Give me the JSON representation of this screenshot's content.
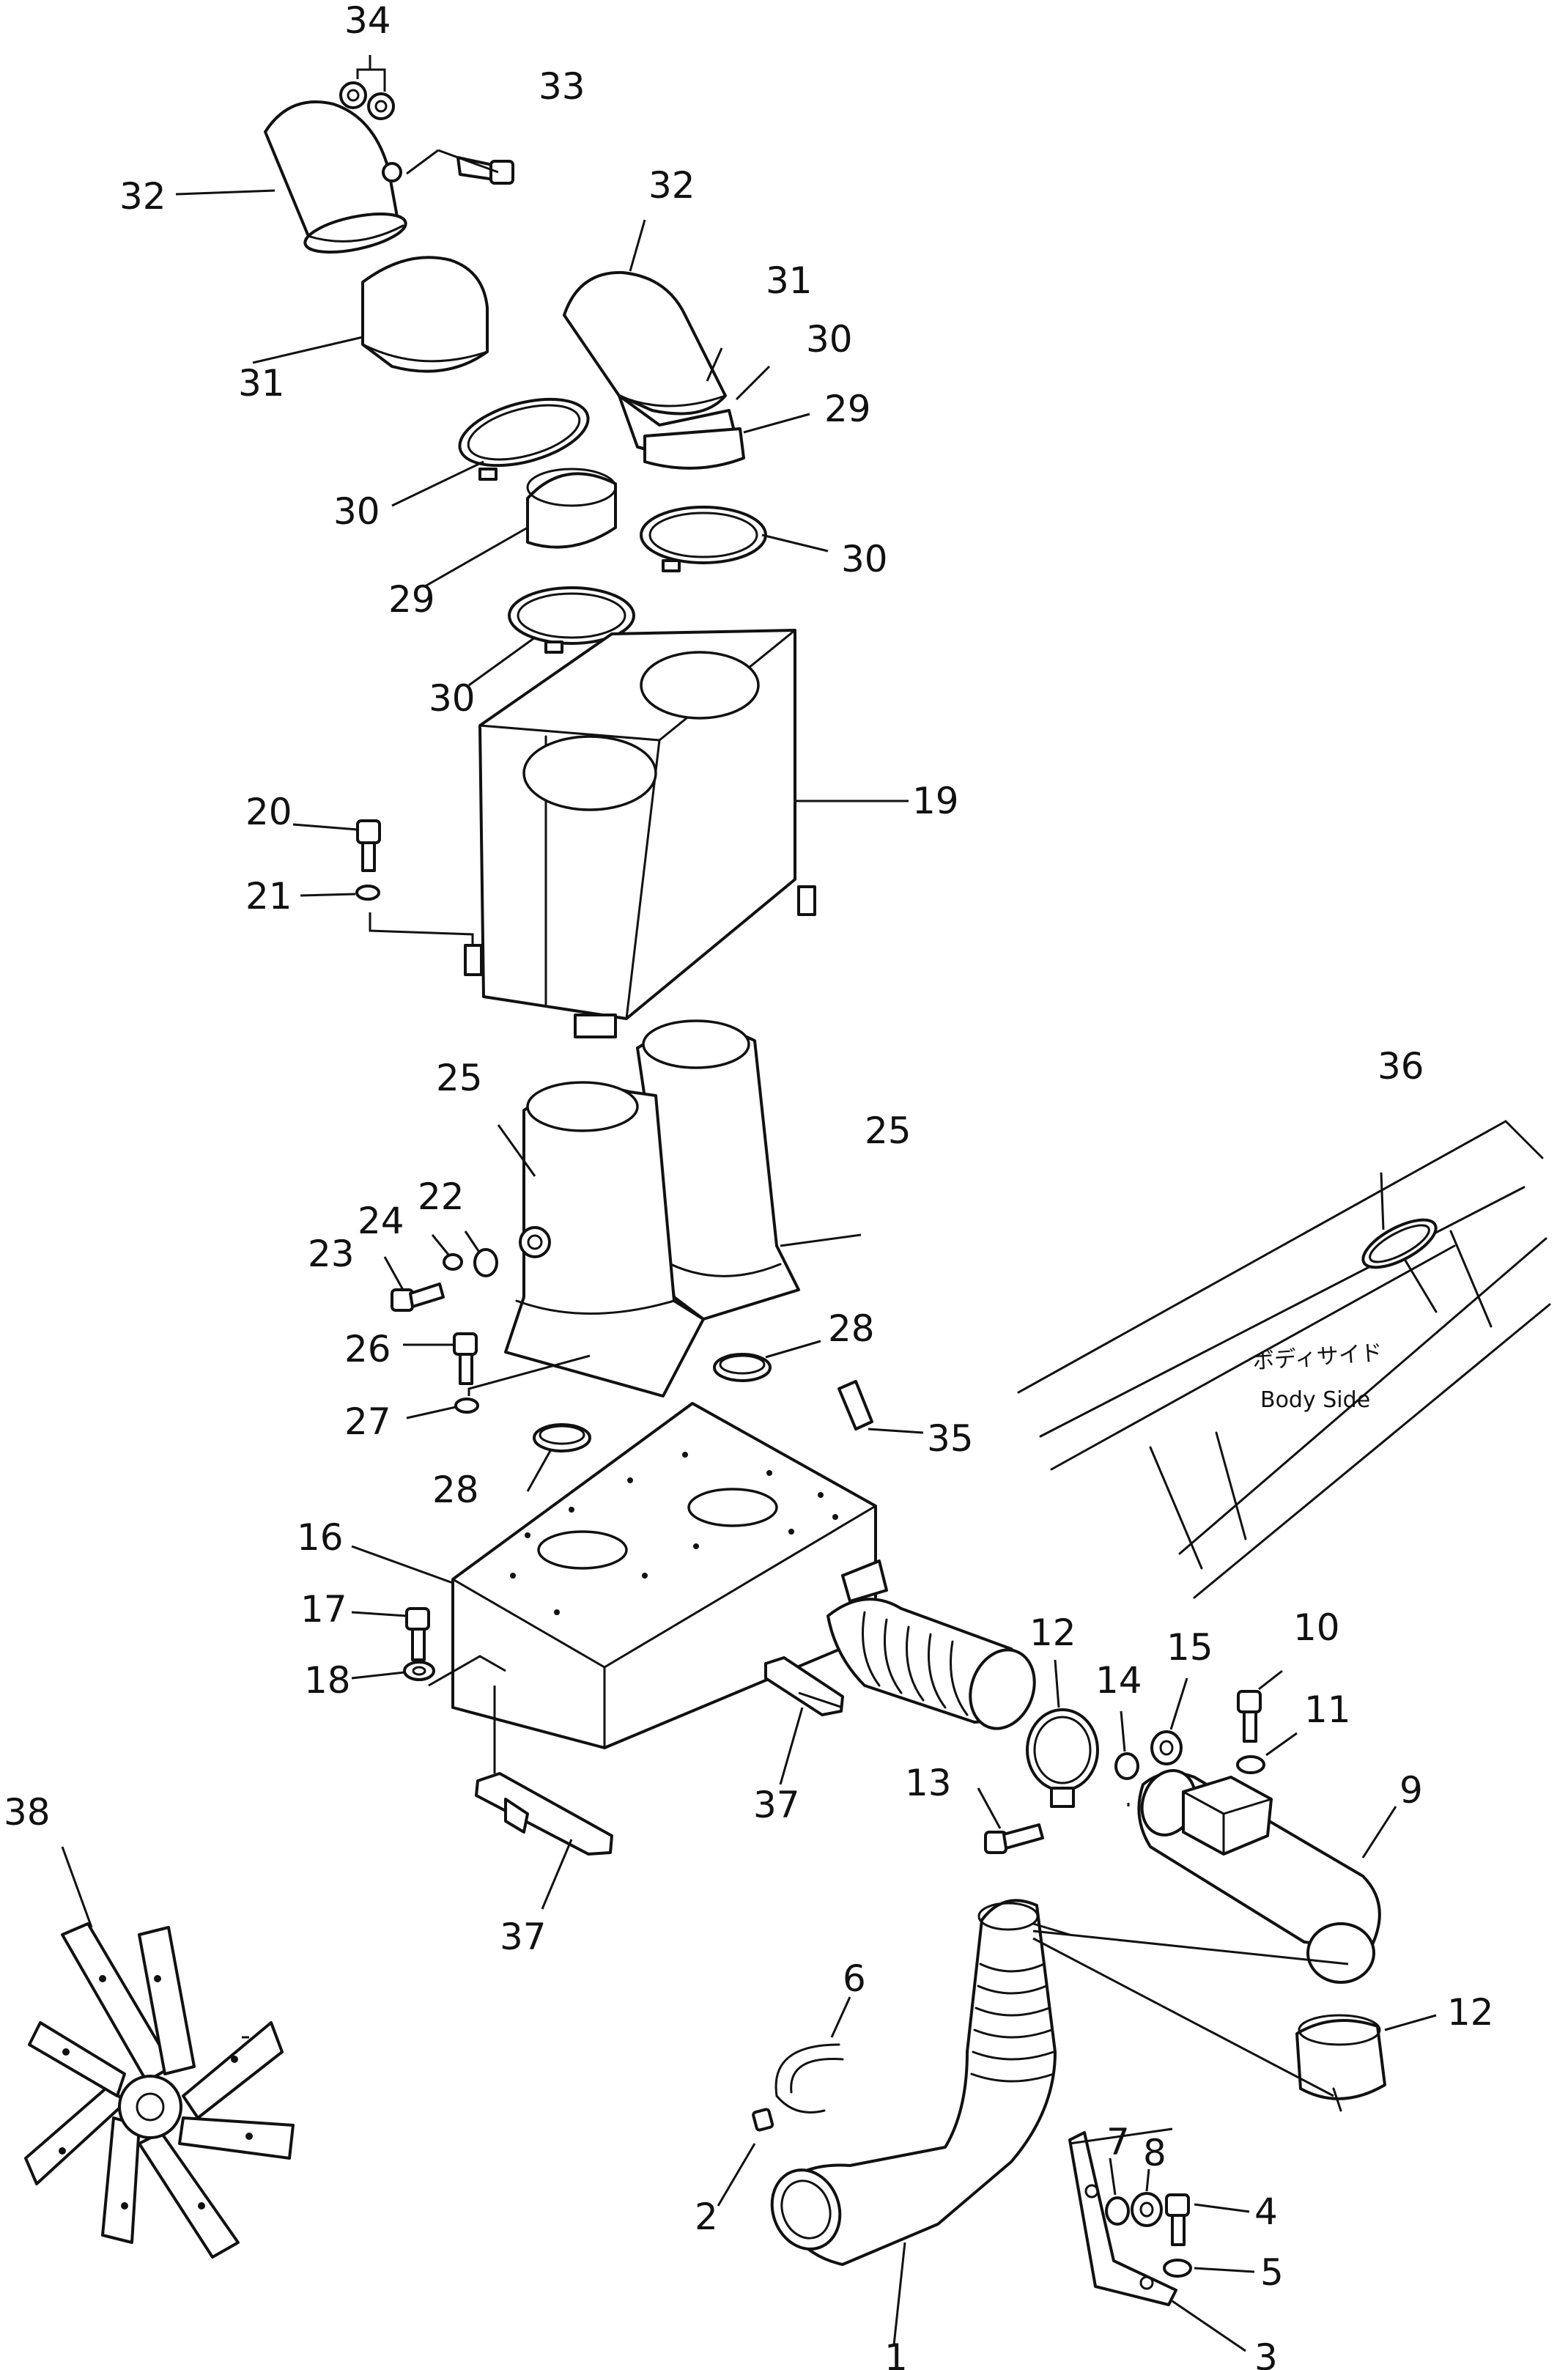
{
  "callouts": [
    {
      "id": "c1",
      "text": "1"
    },
    {
      "id": "c2",
      "text": "2"
    },
    {
      "id": "c3",
      "text": "3"
    },
    {
      "id": "c4",
      "text": "4"
    },
    {
      "id": "c5",
      "text": "5"
    },
    {
      "id": "c6",
      "text": "6"
    },
    {
      "id": "c7",
      "text": "7"
    },
    {
      "id": "c8",
      "text": "8"
    },
    {
      "id": "c9",
      "text": "9"
    },
    {
      "id": "c10",
      "text": "10"
    },
    {
      "id": "c11",
      "text": "11"
    },
    {
      "id": "c12a",
      "text": "12"
    },
    {
      "id": "c12b",
      "text": "12"
    },
    {
      "id": "c13",
      "text": "13"
    },
    {
      "id": "c14",
      "text": "14"
    },
    {
      "id": "c15",
      "text": "15"
    },
    {
      "id": "c16",
      "text": "16"
    },
    {
      "id": "c17",
      "text": "17"
    },
    {
      "id": "c18",
      "text": "18"
    },
    {
      "id": "c19",
      "text": "19"
    },
    {
      "id": "c20",
      "text": "20"
    },
    {
      "id": "c21",
      "text": "21"
    },
    {
      "id": "c22",
      "text": "22"
    },
    {
      "id": "c23",
      "text": "23"
    },
    {
      "id": "c24",
      "text": "24"
    },
    {
      "id": "c25a",
      "text": "25"
    },
    {
      "id": "c25b",
      "text": "25"
    },
    {
      "id": "c26",
      "text": "26"
    },
    {
      "id": "c27",
      "text": "27"
    },
    {
      "id": "c28a",
      "text": "28"
    },
    {
      "id": "c28b",
      "text": "28"
    },
    {
      "id": "c29a",
      "text": "29"
    },
    {
      "id": "c29b",
      "text": "29"
    },
    {
      "id": "c30a",
      "text": "30"
    },
    {
      "id": "c30b",
      "text": "30"
    },
    {
      "id": "c30c",
      "text": "30"
    },
    {
      "id": "c30d",
      "text": "30"
    },
    {
      "id": "c31a",
      "text": "31"
    },
    {
      "id": "c31b",
      "text": "31"
    },
    {
      "id": "c32a",
      "text": "32"
    },
    {
      "id": "c32b",
      "text": "32"
    },
    {
      "id": "c33",
      "text": "33"
    },
    {
      "id": "c34",
      "text": "34"
    },
    {
      "id": "c35",
      "text": "35"
    },
    {
      "id": "c36",
      "text": "36"
    },
    {
      "id": "c37a",
      "text": "37"
    },
    {
      "id": "c37b",
      "text": "37"
    },
    {
      "id": "c38",
      "text": "38"
    }
  ],
  "body_side_label": {
    "japanese": "ボディサイド",
    "english": "Body Side"
  }
}
